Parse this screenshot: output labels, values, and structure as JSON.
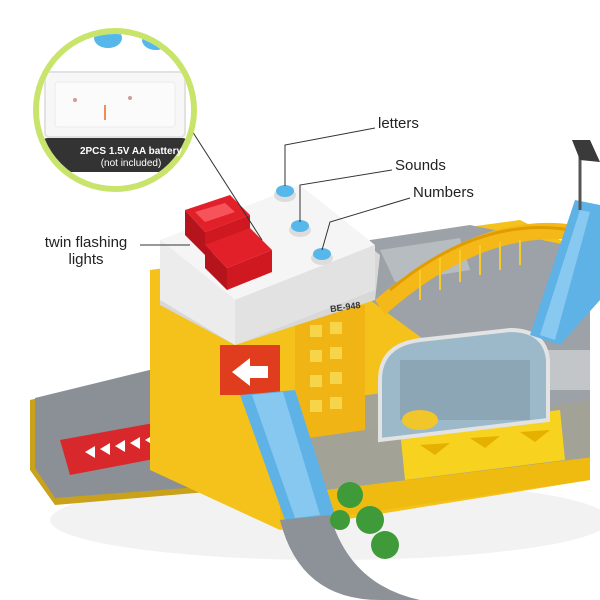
{
  "callouts": {
    "letters": "letters",
    "sounds": "Sounds",
    "numbers": "Numbers",
    "twin_flashing_lights_line1": "twin  flashing",
    "twin_flashing_lights_line2": "lights"
  },
  "battery_inset": {
    "line1": "2PCS 1.5V AA battery",
    "line2": "(not included)"
  },
  "model_label": "BE-948",
  "colors": {
    "yellow": "#f4c21b",
    "road_gray": "#8b9196",
    "blue_ramp": "#5fb2e6",
    "red_light": "#e2202a",
    "white_top": "#f5f5f5",
    "inset_green": "#c8e46a",
    "button_blue": "#56b8ea"
  }
}
